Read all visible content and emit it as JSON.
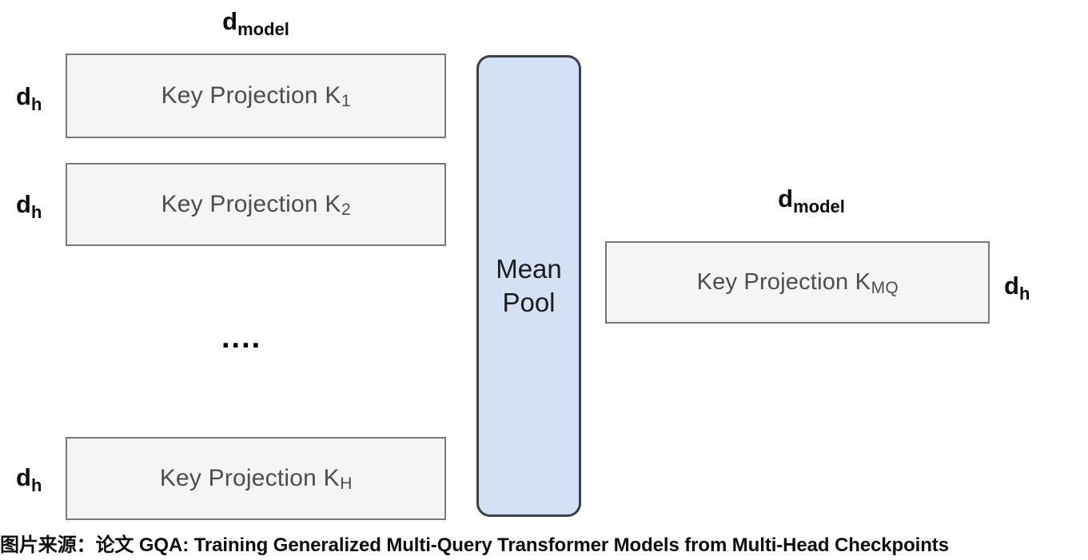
{
  "diagram": {
    "title_labels": {
      "dmodel_left": {
        "base": "d",
        "sub": "model"
      },
      "dmodel_right": {
        "base": "d",
        "sub": "model"
      },
      "dh": {
        "base": "d",
        "sub": "h"
      }
    },
    "multi_head_boxes": [
      {
        "text": "Key Projection K",
        "subscript": "1",
        "row_label_base": "d",
        "row_label_sub": "h"
      },
      {
        "text": "Key Projection K",
        "subscript": "2",
        "row_label_base": "d",
        "row_label_sub": "h"
      },
      {
        "text": "Key Projection K",
        "subscript": "H",
        "row_label_base": "d",
        "row_label_sub": "h"
      }
    ],
    "ellipsis": "....",
    "mean_pool": {
      "line1": "Mean",
      "line2": "Pool"
    },
    "multi_query_box": {
      "text": "Key Projection K",
      "subscript": "MQ",
      "side_label_base": "d",
      "side_label_sub": "h"
    },
    "colors": {
      "box_fill": "#f5f5f5",
      "box_border": "#777777",
      "box_text": "#4d4d4d",
      "meanpool_fill": "#d4e1f4",
      "meanpool_border": "#3b3f46",
      "meanpool_text": "#1b1b1b",
      "label_text": "#0a0a0a",
      "background": "#ffffff"
    }
  },
  "caption": {
    "text": "图片来源：论文 GQA: Training Generalized Multi-Query Transformer Models from Multi-Head Checkpoints"
  }
}
